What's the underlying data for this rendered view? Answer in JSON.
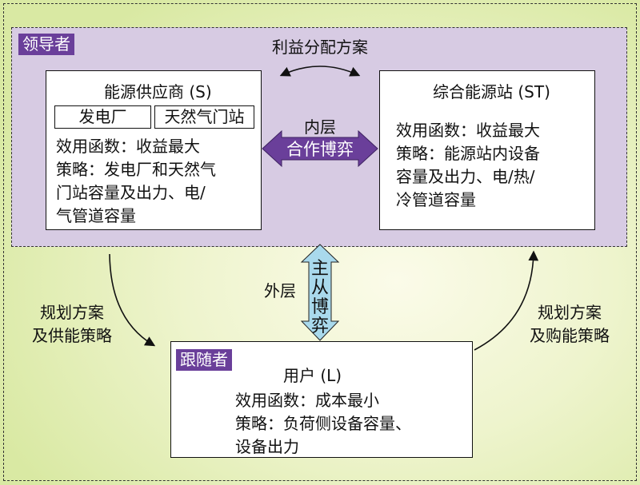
{
  "leader": {
    "tag": "领导者",
    "profit_plan": "利益分配方案",
    "inner_layer": "内层",
    "coop_game": "合作博弈"
  },
  "supplier": {
    "title": "能源供应商 (S)",
    "sub1": "发电厂",
    "sub2": "天然气门站",
    "lines": [
      "效用函数：收益最大",
      "策略：发电厂和天然气",
      "门站容量及出力、电/",
      "气管道容量"
    ]
  },
  "station": {
    "title": "综合能源站 (ST)",
    "lines": [
      "效用函数：收益最大",
      "策略：能源站内设备",
      "容量及出力、电/热/",
      "冷管道容量"
    ]
  },
  "outer": {
    "outer_layer": "外层",
    "stackelberg": [
      "主",
      "从",
      "博",
      "弈"
    ],
    "left_note": [
      "规划方案",
      "及供能策略"
    ],
    "right_note": [
      "规划方案",
      "及购能策略"
    ]
  },
  "follower": {
    "tag": "跟随者",
    "title": "用户 (L)",
    "lines": [
      "效用函数：成本最小",
      "策略：负荷侧设备容量、",
      "设备出力"
    ]
  },
  "colors": {
    "purple_fill": "#d7cbe3",
    "tag_purple": "#6a3f9a",
    "coop_arrow": "#6a3f9a",
    "stackelberg_arrow": "#a9d9ec",
    "outer_green": "#d9e9a3"
  }
}
